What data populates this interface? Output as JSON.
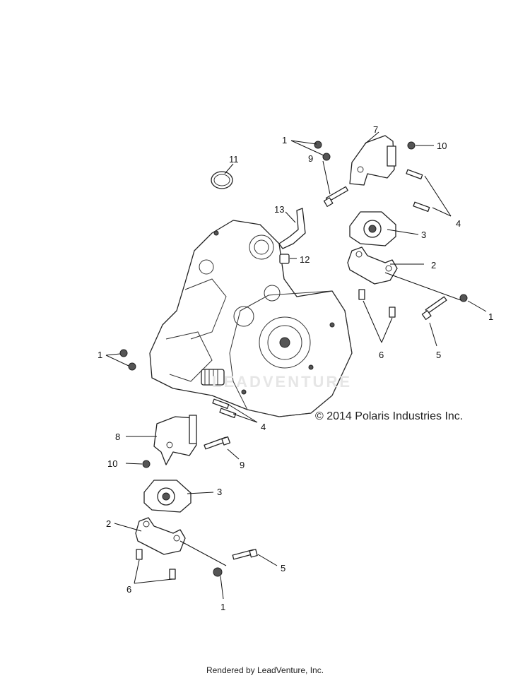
{
  "copyright": "© 2014 Polaris Industries Inc.",
  "watermark": "LEADVENTURE",
  "footer": "Rendered by LeadVenture, Inc.",
  "callouts": {
    "c1a": "1",
    "c1b": "1",
    "c1c": "1",
    "c1d": "1",
    "c2a": "2",
    "c2b": "2",
    "c3a": "3",
    "c3b": "3",
    "c4a": "4",
    "c4b": "4",
    "c5a": "5",
    "c5b": "5",
    "c6a": "6",
    "c6b": "6",
    "c7": "7",
    "c8": "8",
    "c9a": "9",
    "c9b": "9",
    "c10a": "10",
    "c10b": "10",
    "c11": "11",
    "c12": "12",
    "c13": "13"
  }
}
